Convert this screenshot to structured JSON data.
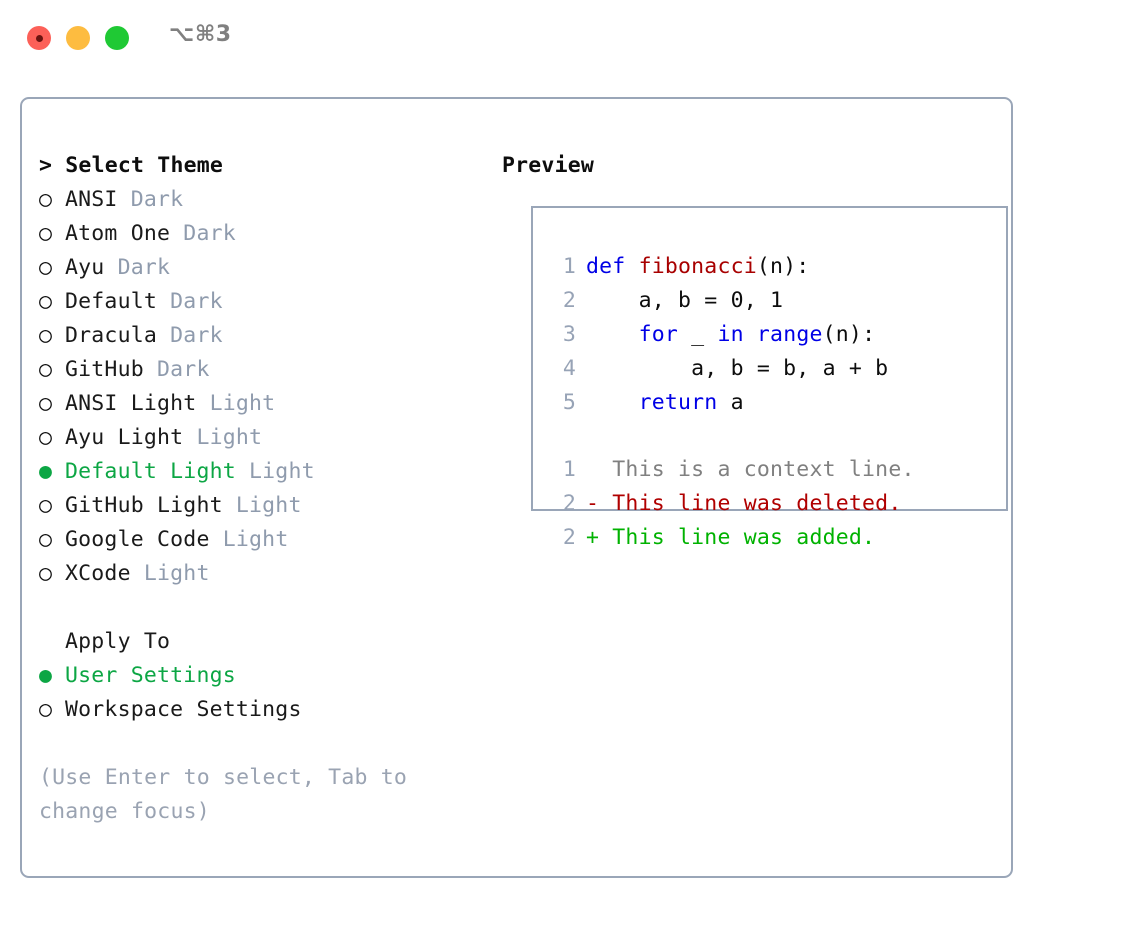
{
  "window": {
    "title": "⌥⌘3",
    "traffic_lights": [
      {
        "name": "close",
        "color": "#fc6058"
      },
      {
        "name": "minimize",
        "color": "#fdbc40"
      },
      {
        "name": "maximize",
        "color": "#1fc934"
      }
    ]
  },
  "theme_panel": {
    "heading": "> Select Theme",
    "options": [
      {
        "marker": "○",
        "label": "ANSI",
        "suffix": " Dark",
        "selected": false
      },
      {
        "marker": "○",
        "label": "Atom One",
        "suffix": " Dark",
        "selected": false
      },
      {
        "marker": "○",
        "label": "Ayu",
        "suffix": " Dark",
        "selected": false
      },
      {
        "marker": "○",
        "label": "Default",
        "suffix": " Dark",
        "selected": false
      },
      {
        "marker": "○",
        "label": "Dracula",
        "suffix": " Dark",
        "selected": false
      },
      {
        "marker": "○",
        "label": "GitHub",
        "suffix": " Dark",
        "selected": false
      },
      {
        "marker": "○",
        "label": "ANSI Light",
        "suffix": " Light",
        "selected": false
      },
      {
        "marker": "○",
        "label": "Ayu Light",
        "suffix": " Light",
        "selected": false
      },
      {
        "marker": "●",
        "label": "Default Light",
        "suffix": " Light",
        "selected": true
      },
      {
        "marker": "○",
        "label": "GitHub Light",
        "suffix": " Light",
        "selected": false
      },
      {
        "marker": "○",
        "label": "Google Code",
        "suffix": " Light",
        "selected": false
      },
      {
        "marker": "○",
        "label": "XCode",
        "suffix": " Light",
        "selected": false
      }
    ]
  },
  "apply_to": {
    "heading": "Apply To",
    "options": [
      {
        "marker": "●",
        "label": "User Settings",
        "suffix": "",
        "selected": true
      },
      {
        "marker": "○",
        "label": "Workspace Settings",
        "suffix": "",
        "selected": false
      }
    ]
  },
  "hint": "(Use Enter to select, Tab to change focus)",
  "preview": {
    "heading": "Preview",
    "code_lines": [
      {
        "ln": "1",
        "segments": [
          {
            "t": "def ",
            "cls": "tok-kw"
          },
          {
            "t": "fibonacci",
            "cls": "tok-fn"
          },
          {
            "t": "(n):",
            "cls": "tok-plain"
          }
        ]
      },
      {
        "ln": "2",
        "segments": [
          {
            "t": "    a, b = 0, 1",
            "cls": "tok-plain"
          }
        ]
      },
      {
        "ln": "3",
        "segments": [
          {
            "t": "    ",
            "cls": "tok-plain"
          },
          {
            "t": "for",
            "cls": "tok-kw"
          },
          {
            "t": " _ ",
            "cls": "tok-plain"
          },
          {
            "t": "in",
            "cls": "tok-kw"
          },
          {
            "t": " ",
            "cls": "tok-plain"
          },
          {
            "t": "range",
            "cls": "tok-kw"
          },
          {
            "t": "(n):",
            "cls": "tok-plain"
          }
        ]
      },
      {
        "ln": "4",
        "segments": [
          {
            "t": "        a, b = b, a + b",
            "cls": "tok-plain"
          }
        ]
      },
      {
        "ln": "5",
        "segments": [
          {
            "t": "    ",
            "cls": "tok-plain"
          },
          {
            "t": "return",
            "cls": "tok-kw"
          },
          {
            "t": " a",
            "cls": "tok-plain"
          }
        ]
      }
    ],
    "diff_lines": [
      {
        "ln": "1",
        "text": "  This is a context line.",
        "cls": "diff-ctx"
      },
      {
        "ln": "2",
        "text": "- This line was deleted.",
        "cls": "diff-del"
      },
      {
        "ln": "2",
        "text": "+ This line was added.",
        "cls": "diff-add"
      }
    ]
  },
  "colors": {
    "accent_green": "#0CA644",
    "muted": "#8f9bad",
    "border": "#9aa6b8",
    "keyword_blue": "#0000e6",
    "function_red": "#a80000",
    "diff_add": "#00b200",
    "diff_del": "#b00000",
    "diff_ctx": "#808080",
    "background": "#ffffff"
  }
}
